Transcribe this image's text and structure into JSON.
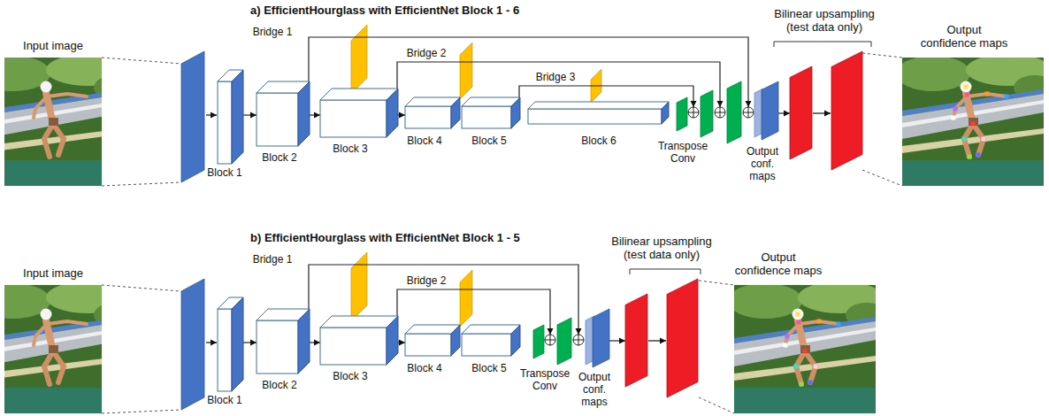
{
  "diagram": {
    "nodes": [
      {
        "text": [
          "Input image"
        ]
      },
      {
        "text": [
          "Block 1"
        ]
      },
      {
        "text": [
          "Block 2"
        ]
      },
      {
        "text": [
          "Block 3"
        ]
      },
      {
        "text": [
          "Block 4"
        ]
      },
      {
        "text": [
          "Block 5"
        ]
      },
      {
        "text": [
          "Block 6"
        ]
      },
      {
        "text": [
          "Transpose Conv"
        ]
      },
      {
        "text": [
          "Output conf. maps"
        ]
      },
      {
        "text": [
          "Bilinear upsampling (test data only)"
        ]
      },
      {
        "text": [
          "Output confidence maps"
        ]
      },
      {
        "text": [
          "Input image"
        ]
      },
      {
        "text": [
          "Block 1"
        ]
      },
      {
        "text": [
          "Block 2"
        ]
      },
      {
        "text": [
          "Block 3"
        ]
      },
      {
        "text": [
          "Block 4"
        ]
      },
      {
        "text": [
          "Block 5"
        ]
      },
      {
        "text": [
          "Transpose Conv"
        ]
      },
      {
        "text": [
          "Output conf. maps"
        ]
      },
      {
        "text": [
          "Bilinear upsampling (test data only)"
        ]
      },
      {
        "text": [
          "Output confidence maps"
        ]
      }
    ],
    "edges": [
      {
        "from": 1,
        "to": 2,
        "arrow": "to"
      },
      {
        "from": 2,
        "to": 3,
        "arrow": "to"
      },
      {
        "from": 3,
        "to": 4,
        "arrow": "to"
      },
      {
        "from": 2,
        "to": 7,
        "label": "Bridge 1",
        "arrow": "to"
      },
      {
        "from": 3,
        "to": 7,
        "label": "Bridge 2",
        "arrow": "to"
      },
      {
        "from": 5,
        "to": 7,
        "label": "Bridge 3",
        "arrow": "to"
      },
      {
        "from": 8,
        "to": 9,
        "arrow": "to"
      },
      {
        "from": 12,
        "to": 13,
        "arrow": "to"
      },
      {
        "from": 13,
        "to": 14,
        "arrow": "to"
      },
      {
        "from": 14,
        "to": 15,
        "arrow": "to"
      },
      {
        "from": 13,
        "to": 17,
        "label": "Bridge 1",
        "arrow": "to"
      },
      {
        "from": 14,
        "to": 17,
        "label": "Bridge 2",
        "arrow": "to"
      },
      {
        "from": 18,
        "to": 19,
        "arrow": "to"
      }
    ],
    "labels": [
      "a) EfficientHourglass with EfficientNet Block 1 - 6",
      "b) EfficientHourglass with EfficientNet Block 1 - 5"
    ]
  }
}
